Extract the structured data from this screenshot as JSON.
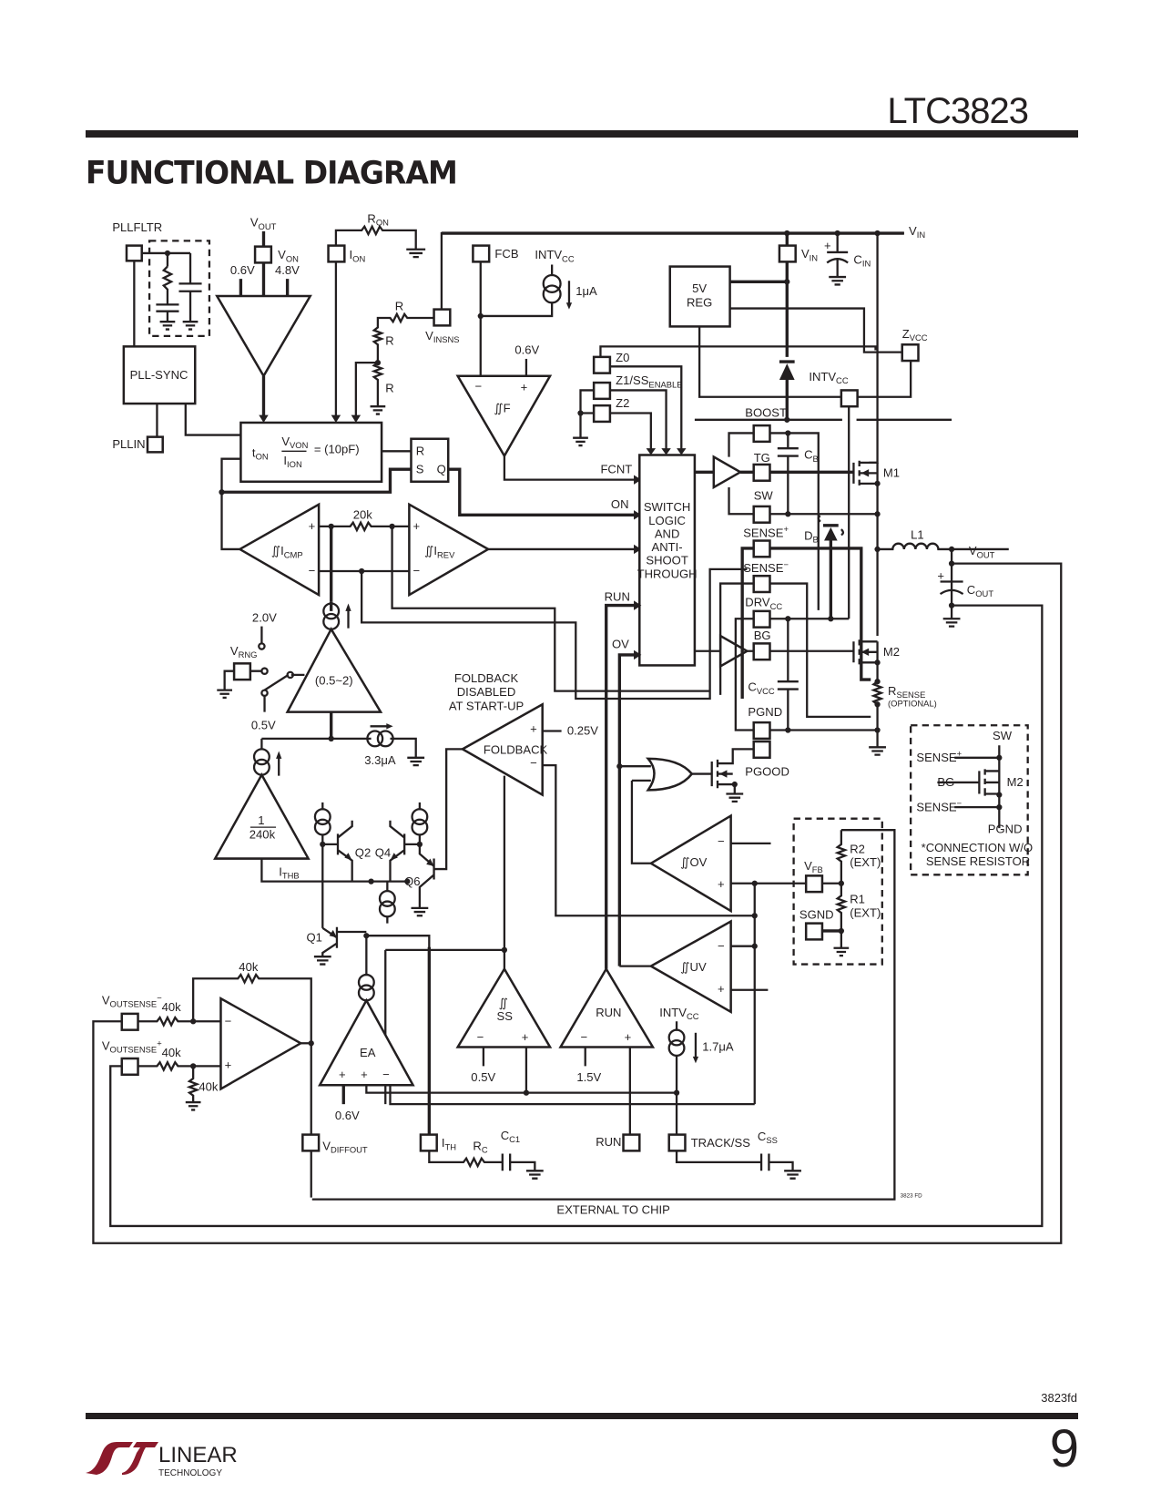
{
  "header": {
    "part_number": "LTC3823",
    "section_title": "FUNCTIONAL DIAGRAM"
  },
  "footer": {
    "doc_code": "3823fd",
    "page_number": "9",
    "logo_primary": "LINEAR",
    "logo_secondary": "TECHNOLOGY",
    "brand_color": "#8b1a2b"
  },
  "diagram": {
    "figure_code": "3823 FD",
    "external_label": "EXTERNAL TO CHIP",
    "pins": {
      "pllfltr": "PLLFLTR",
      "pllin": "PLLIN",
      "vout": "V",
      "vout_sub": "OUT",
      "von": "V",
      "von_sub": "ON",
      "ion": "I",
      "ion_sub": "ON",
      "ron": "R",
      "ron_sub": "ON",
      "fcb": "FCB",
      "vinsns": "V",
      "vinsns_sub": "INSNS",
      "vin": "V",
      "vin_sub": "IN",
      "vin_rail": "V",
      "vin_rail_sub": "IN",
      "cin": "C",
      "cin_sub": "IN",
      "zvcc": "Z",
      "zvcc_sub": "VCC",
      "intvcc_pin": "INTV",
      "intvcc_pin_sub": "CC",
      "z0": "Z0",
      "z1": "Z1/SS",
      "z1_sub": "ENABLE",
      "z2": "Z2",
      "boost": "BOOST",
      "tg": "TG",
      "sw": "SW",
      "sense_plus": "SENSE",
      "sense_plus_sup": "+",
      "sense_minus": "SENSE",
      "sense_minus_sup": "−",
      "drvcc": "DRV",
      "drvcc_sub": "CC",
      "bg": "BG",
      "pgnd": "PGND",
      "pgood": "PGOOD",
      "vfb": "V",
      "vfb_sub": "FB",
      "sgnd": "SGND",
      "vrng": "V",
      "vrng_sub": "RNG",
      "voutsense_minus": "V",
      "voutsense_minus_sub": "OUTSENSE",
      "voutsense_minus_sup": "−",
      "voutsense_plus": "V",
      "voutsense_plus_sub": "OUTSENSE",
      "voutsense_plus_sup": "+",
      "vdiffout": "V",
      "vdiffout_sub": "DIFFOUT",
      "ith": "I",
      "ith_sub": "TH",
      "run": "RUN",
      "track_ss": "TRACK/SS"
    },
    "blocks": {
      "pll_sync": "PLL-SYNC",
      "ton_label": "t",
      "ton_sub": "ON",
      "ton_num": "V",
      "ton_num_sub": "VON",
      "ton_den": "I",
      "ton_den_sub": "ION",
      "ton_eq": "= (10pF)",
      "reg": [
        "5V",
        "REG"
      ],
      "switch_logic": [
        "SWITCH",
        "LOGIC",
        "AND",
        "ANTI-",
        "SHOOT",
        "THROUGH"
      ],
      "rs_r": "R",
      "rs_s": "S",
      "rs_q": "Q",
      "icmp": "I",
      "icmp_sub": "CMP",
      "irev": "I",
      "irev_sub": "REV",
      "fcomp": "F",
      "vrng_amp": "(0.5~2)",
      "gm_num": "1",
      "gm_den": "240k",
      "foldback": "FOLDBACK",
      "foldback_note": [
        "FOLDBACK",
        "DISABLED",
        "AT START-UP"
      ],
      "ov": "OV",
      "uv": "UV",
      "ss": "SS",
      "run_comp": "RUN",
      "ea": "EA"
    },
    "signals": {
      "fcnt": "FCNT",
      "on": "ON",
      "run": "RUN",
      "ov": "OV",
      "ithb": "I",
      "ithb_sub": "THB"
    },
    "values": {
      "v06_top": "0.6V",
      "v48": "4.8V",
      "r1": "R",
      "r2": "R",
      "r3": "R",
      "i1ua": "1μA",
      "v06_f": "0.6V",
      "r20k": "20k",
      "v20": "2.0V",
      "v05_rng": "0.5V",
      "i33ua": "3.3μA",
      "v025": "0.25V",
      "r40k_fb": "40k",
      "r40k_in1": "40k",
      "r40k_in2": "40k",
      "r40k_gnd": "40k",
      "v06_ea": "0.6V",
      "v05_ss": "0.5V",
      "v15_run": "1.5V",
      "intvcc_src": "INTV",
      "intvcc_src_sub": "CC",
      "intvcc_top": "INTV",
      "intvcc_top_sub": "CC",
      "i17ua": "1.7μA",
      "rc": "R",
      "rc_sub": "C",
      "cc1": "C",
      "cc1_sub": "C1",
      "css": "C",
      "css_sub": "SS",
      "cb": "C",
      "cb_sub": "B",
      "db": "D",
      "db_sub": "B",
      "cvcc": "C",
      "cvcc_sub": "VCC",
      "l1": "L1",
      "vout_node": "V",
      "vout_node_sub": "OUT",
      "cout": "C",
      "cout_sub": "OUT",
      "rsense": "R",
      "rsense_sub": "SENSE",
      "rsense_note": "(OPTIONAL)",
      "r2_ext": "R2",
      "r1_ext": "R1",
      "ext": "(EXT)"
    },
    "transistors": {
      "m1": "M1",
      "m2": "M2",
      "q1": "Q1",
      "q2": "Q2",
      "q4": "Q4",
      "q6": "Q6"
    },
    "inset": {
      "sw": "SW",
      "sense_plus": "SENSE",
      "sense_plus_sup": "+",
      "bg": "BG",
      "m2": "M2",
      "sense_minus": "SENSE",
      "sense_minus_sup": "−",
      "pgnd": "PGND",
      "note": [
        "*CONNECTION W/O",
        "SENSE RESISTOR"
      ]
    }
  }
}
